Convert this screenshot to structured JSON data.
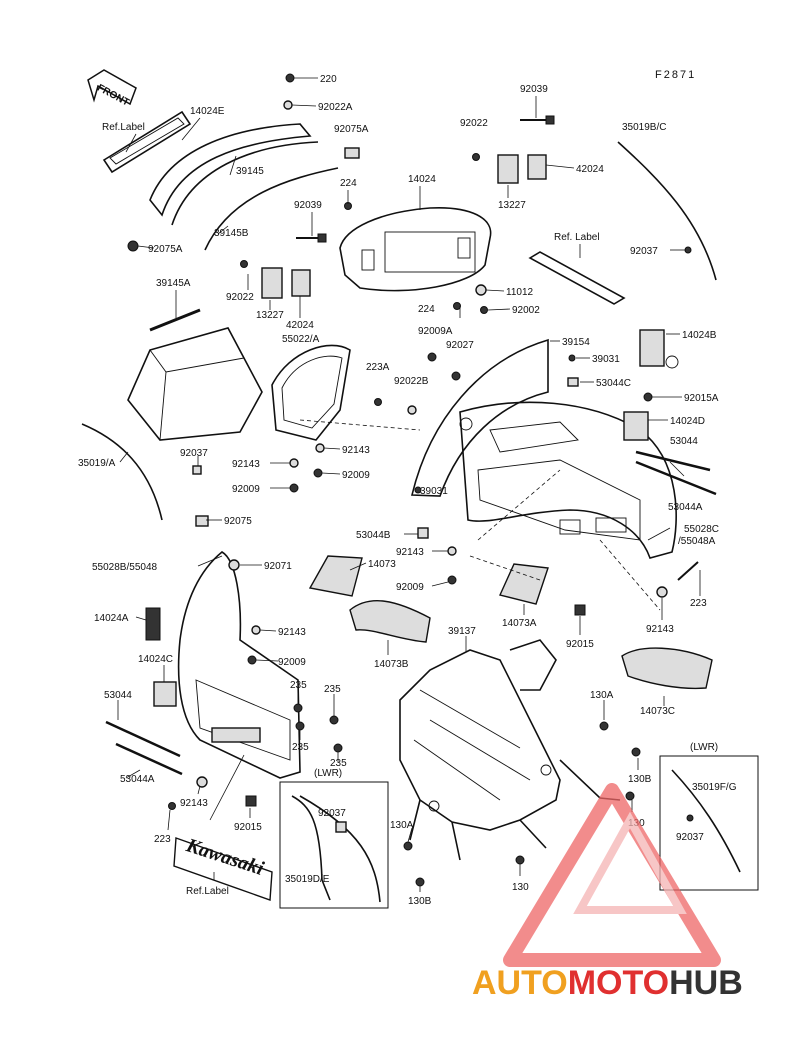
{
  "figure_code": "F2871",
  "front_marker": "FRONT",
  "watermark": {
    "part1": "AUTO",
    "part2": "MOTO",
    "part3": "HUB",
    "colors": {
      "auto": "#f0a020",
      "moto": "#e03030",
      "hub": "#333333"
    }
  },
  "box_left": {
    "title": "(LWR)",
    "parts": [
      "92037",
      "35019D/E"
    ]
  },
  "box_right": {
    "title": "(LWR)",
    "parts": [
      "35019F/G",
      "92037"
    ]
  },
  "badge_text": "Kawasaki",
  "labels": {
    "l220": "220",
    "l92022A": "92022A",
    "l14024E": "14024E",
    "lRef1": "Ref.Label",
    "l92075A_top": "92075A",
    "l39145": "39145",
    "l39145B": "39145B",
    "l92075A": "92075A",
    "l224a": "224",
    "l14024": "14024",
    "l13227a": "13227",
    "l92022a": "92022",
    "l92039a": "92039",
    "l42024a": "42024",
    "l35019BC": "35019B/C",
    "lRef2": "Ref. Label",
    "l92037a": "92037",
    "l92039b": "92039",
    "l92022b": "92022",
    "l13227b": "13227",
    "l42024b": "42024",
    "l39145A": "39145A",
    "l55022A": "55022/A",
    "l224b": "224",
    "l11012": "11012",
    "l92002": "92002",
    "l92009A": "92009A",
    "l92027": "92027",
    "l39154": "39154",
    "l14024B": "14024B",
    "l39031a": "39031",
    "l223A": "223A",
    "l92022B": "92022B",
    "l53044C": "53044C",
    "l92015A": "92015A",
    "l14024D": "14024D",
    "l92143a": "92143",
    "l92037b": "92037",
    "l92143b": "92143",
    "l92009a": "92009",
    "l92009b": "92009",
    "l35019A": "35019/A",
    "l53044a": "53044",
    "l53044A": "53044A",
    "l39031b": "39031",
    "l92075": "92075",
    "l53044B": "53044B",
    "l55028C": "55028C",
    "l55048A": "/55048A",
    "l92143c": "92143",
    "l55028B": "55028B/55048",
    "l92071": "92071",
    "l14073": "14073",
    "l92009c": "92009",
    "l223": "223",
    "l14024A": "14024A",
    "l92143d": "92143",
    "l14073A": "14073A",
    "l92015a": "92015",
    "l92143e": "92143",
    "l14073B": "14073B",
    "l39137": "39137",
    "l14024C": "14024C",
    "l92009d": "92009",
    "l235a": "235",
    "l235b": "235",
    "l235c": "235",
    "l235d": "235",
    "l53044b": "53044",
    "l14073C": "14073C",
    "l130A": "130A",
    "l53044Ab": "53044A",
    "l130B": "130B",
    "l130a": "130",
    "l92143f": "92143",
    "l92015b": "92015",
    "l223b": "223",
    "l130Ab": "130A",
    "l130b": "130",
    "l130Bb": "130B",
    "lRef3": "Ref.Label"
  }
}
